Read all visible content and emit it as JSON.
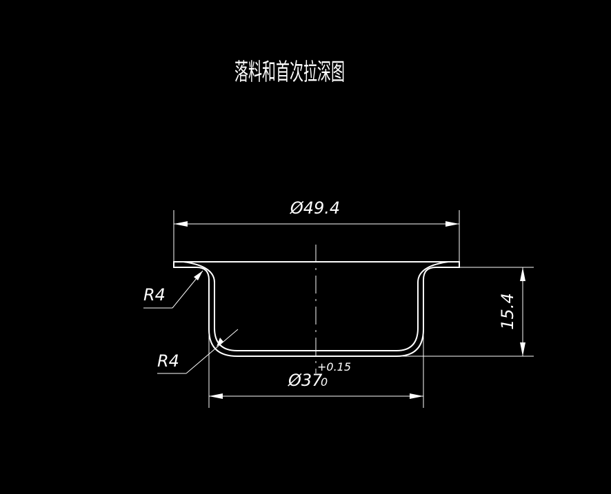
{
  "title": "落料和首次拉深图",
  "dimensions": {
    "flange_diameter": "Ø49.4",
    "bottom_diameter": "Ø37",
    "bottom_tolerance_upper": "+0.15",
    "bottom_tolerance_lower": "0",
    "height": "15.4",
    "top_radius": "R4",
    "bottom_radius": "R4"
  },
  "colors": {
    "background": "#000000",
    "line": "#ffffff"
  }
}
